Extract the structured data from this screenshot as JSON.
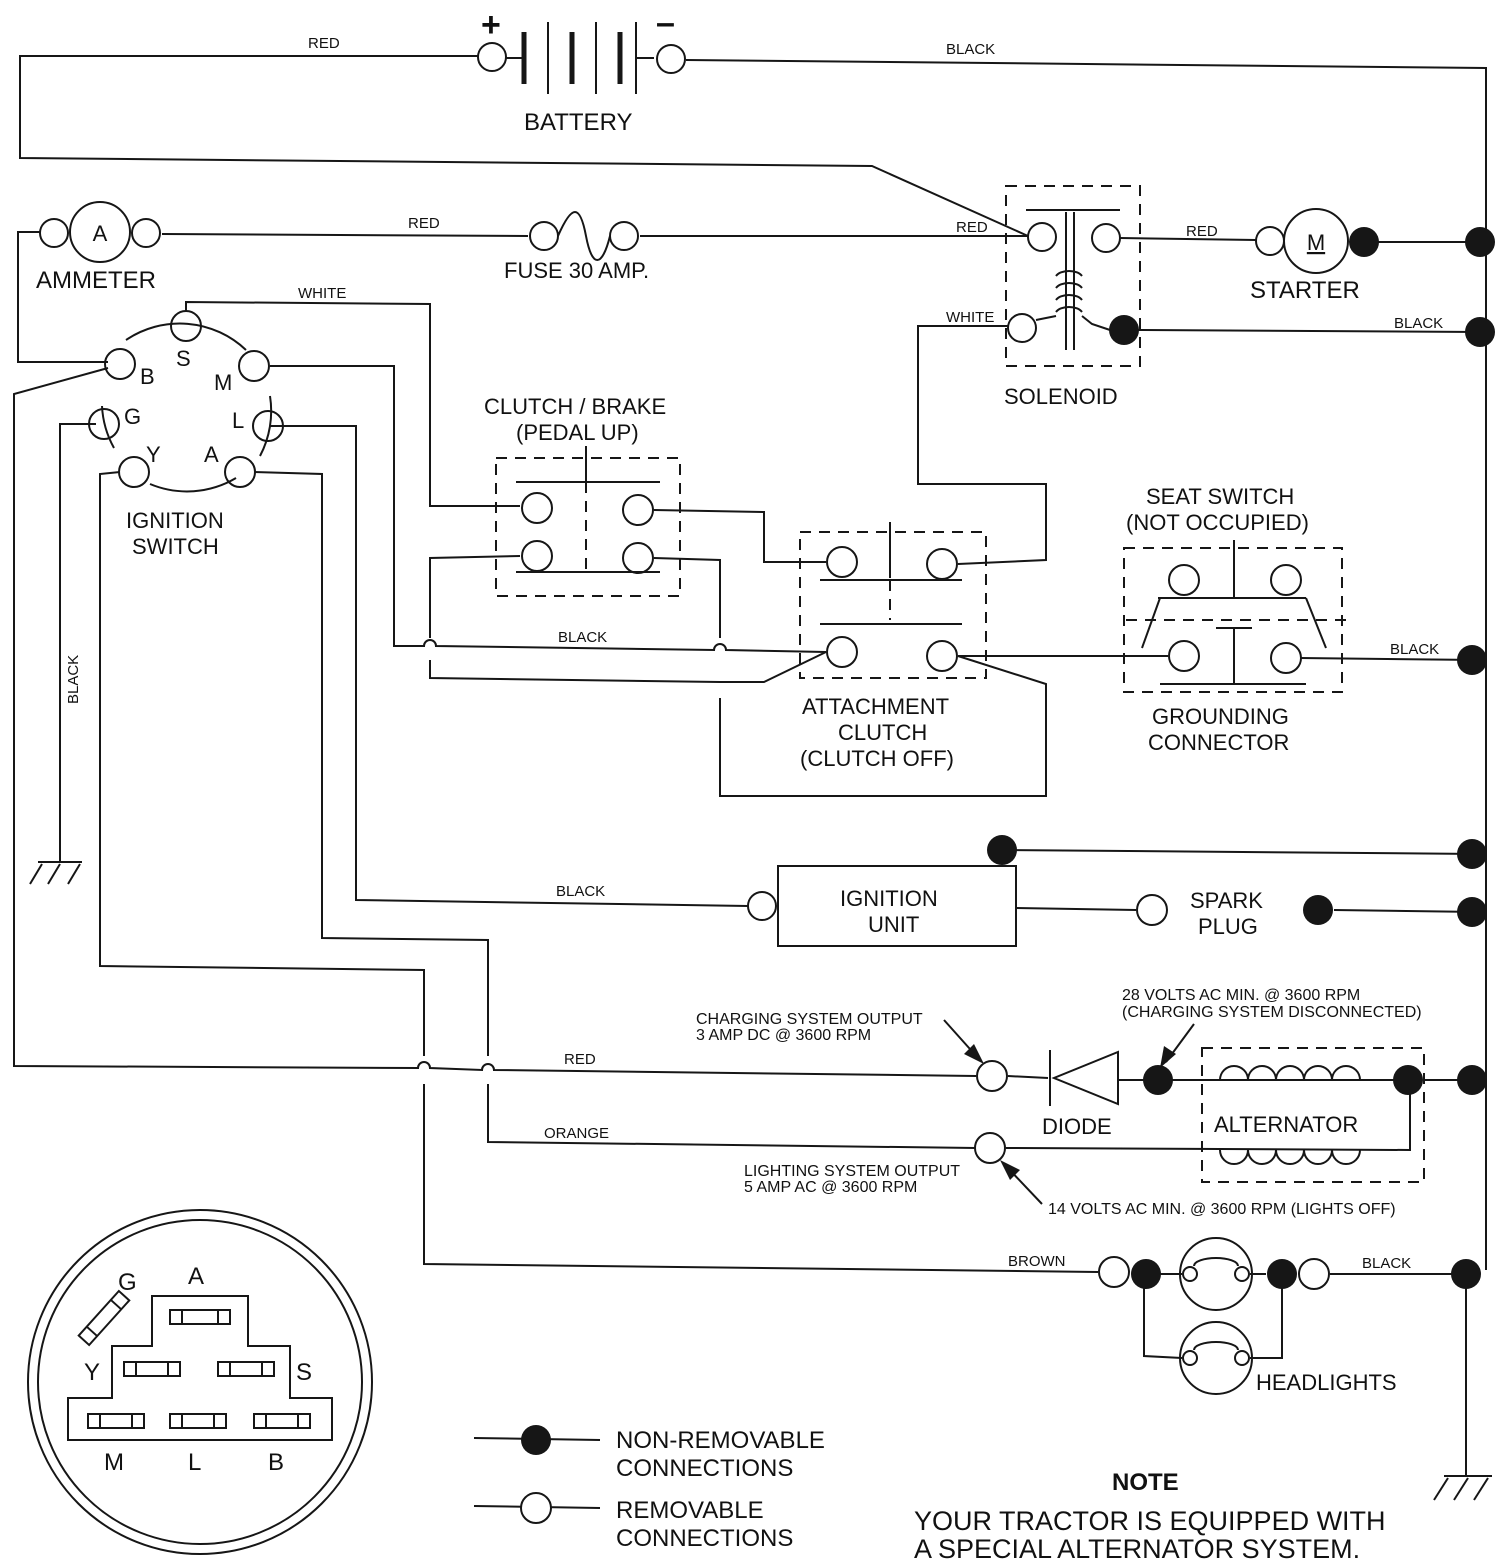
{
  "colors": {
    "ink": "#161616",
    "paper": "#ffffff"
  },
  "battery": {
    "label": "BATTERY",
    "plus": "+",
    "minus": "–"
  },
  "ammeter": {
    "label": "AMMETER",
    "symbol": "A"
  },
  "fuse": {
    "label": "FUSE 30 AMP."
  },
  "solenoid": {
    "label": "SOLENOID"
  },
  "starter": {
    "label": "STARTER",
    "symbol": "M"
  },
  "ignition_switch": {
    "label_line1": "IGNITION",
    "label_line2": "SWITCH",
    "terminals": {
      "s": "S",
      "b": "B",
      "m": "M",
      "g": "G",
      "l": "L",
      "y": "Y",
      "a": "A"
    }
  },
  "clutch_brake": {
    "line1": "CLUTCH / BRAKE",
    "line2": "(PEDAL UP)"
  },
  "attachment_clutch": {
    "line1": "ATTACHMENT",
    "line2": "CLUTCH",
    "line3": "(CLUTCH OFF)"
  },
  "seat_switch": {
    "line1": "SEAT SWITCH",
    "line2": "(NOT OCCUPIED)"
  },
  "grounding_connector": {
    "line1": "GROUNDING",
    "line2": "CONNECTOR"
  },
  "ignition_unit": {
    "line1": "IGNITION",
    "line2": "UNIT"
  },
  "spark_plug": {
    "line1": "SPARK",
    "line2": "PLUG"
  },
  "diode": {
    "label": "DIODE"
  },
  "alternator": {
    "label": "ALTERNATOR"
  },
  "headlights": {
    "label": "HEADLIGHTS"
  },
  "wires": {
    "red_battery": "RED",
    "black_battery": "BLACK",
    "red_ammeter": "RED",
    "red_solenoid": "RED",
    "red_starter": "RED",
    "white_switch": "WHITE",
    "white_solenoid": "WHITE",
    "black_solenoid": "BLACK",
    "black_clutch": "BLACK",
    "black_seat": "BLACK",
    "black_ground": "BLACK",
    "black_ignition": "BLACK",
    "red_charge": "RED",
    "orange": "ORANGE",
    "brown": "BROWN",
    "black_headlights": "BLACK"
  },
  "annotations": {
    "charging_line1": "CHARGING SYSTEM OUTPUT",
    "charging_line2": "3 AMP DC @ 3600 RPM",
    "alt_dc_line1": "28 VOLTS AC MIN. @ 3600 RPM",
    "alt_dc_line2": "(CHARGING SYSTEM DISCONNECTED)",
    "lighting_line1": "LIGHTING SYSTEM OUTPUT",
    "lighting_line2": "5 AMP AC @ 3600 RPM",
    "alt_lights": "14 VOLTS AC MIN. @ 3600 RPM (LIGHTS OFF)"
  },
  "connector_view": {
    "g": "G",
    "a": "A",
    "y": "Y",
    "s": "S",
    "m": "M",
    "l": "L",
    "b": "B"
  },
  "legend": {
    "non_removable_line1": "NON-REMOVABLE",
    "non_removable_line2": "CONNECTIONS",
    "removable_line1": "REMOVABLE",
    "removable_line2": "CONNECTIONS"
  },
  "note": {
    "title": "NOTE",
    "line1": "YOUR TRACTOR IS EQUIPPED WITH",
    "line2": "A SPECIAL ALTERNATOR SYSTEM."
  }
}
